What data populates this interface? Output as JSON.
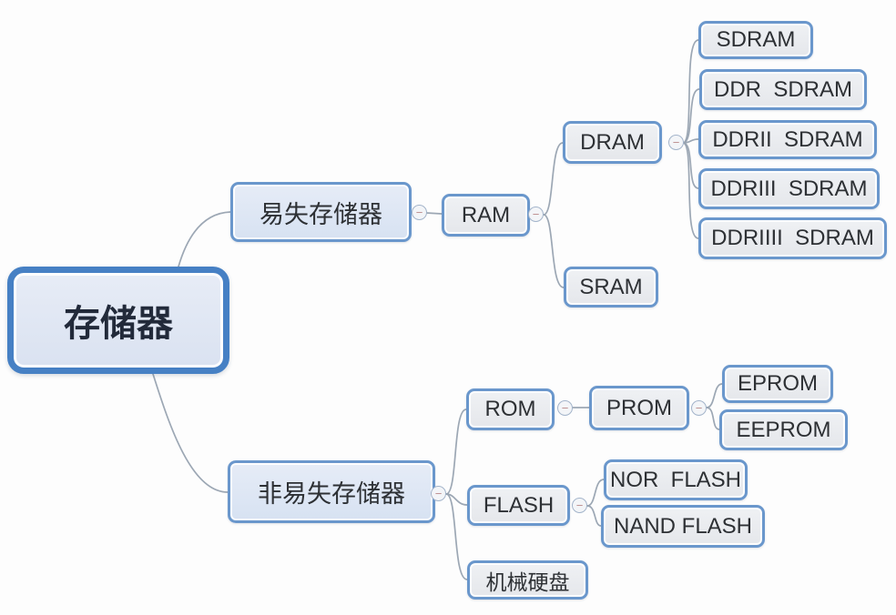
{
  "ui": {
    "collapse_glyph": "−"
  },
  "colors": {
    "node_border": "#6a97cc",
    "root_border": "#4680c4",
    "node_fill": "#e9eaee",
    "cn_fill": "#dbe5f3",
    "root_fill": "#dde4f2",
    "text": "#2d3034",
    "connector": "#97a2b0",
    "badge_border": "#a3b4ca",
    "badge_minus": "#bb8b8b"
  },
  "nodes": {
    "root": {
      "label": "存储器"
    },
    "volatile": {
      "label": "易失存储器"
    },
    "ram": {
      "label": "RAM"
    },
    "dram": {
      "label": "DRAM"
    },
    "sram": {
      "label": "SRAM"
    },
    "sdram": {
      "label": "SDRAM"
    },
    "ddr_sdram": {
      "label": "DDR  SDRAM"
    },
    "ddr2_sdram": {
      "label": "DDRII  SDRAM"
    },
    "ddr3_sdram": {
      "label": "DDRIII  SDRAM"
    },
    "ddr4_sdram": {
      "label": "DDRIIII  SDRAM"
    },
    "nonvolatile": {
      "label": "非易失存储器"
    },
    "rom": {
      "label": "ROM"
    },
    "prom": {
      "label": "PROM"
    },
    "eprom": {
      "label": "EPROM"
    },
    "eeprom": {
      "label": "EEPROM"
    },
    "flash": {
      "label": "FLASH"
    },
    "nor_flash": {
      "label": "NOR  FLASH"
    },
    "nand_flash": {
      "label": "NAND FLASH"
    },
    "hdd": {
      "label": "机械硬盘"
    }
  },
  "hierarchy": {
    "label": "存储器",
    "children": [
      {
        "label": "易失存储器",
        "children": [
          {
            "label": "RAM",
            "children": [
              {
                "label": "DRAM",
                "children": [
                  {
                    "label": "SDRAM"
                  },
                  {
                    "label": "DDR SDRAM"
                  },
                  {
                    "label": "DDRII SDRAM"
                  },
                  {
                    "label": "DDRIII SDRAM"
                  },
                  {
                    "label": "DDRIIII SDRAM"
                  }
                ]
              },
              {
                "label": "SRAM"
              }
            ]
          }
        ]
      },
      {
        "label": "非易失存储器",
        "children": [
          {
            "label": "ROM",
            "children": [
              {
                "label": "PROM",
                "children": [
                  {
                    "label": "EPROM"
                  },
                  {
                    "label": "EEPROM"
                  }
                ]
              }
            ]
          },
          {
            "label": "FLASH",
            "children": [
              {
                "label": "NOR FLASH"
              },
              {
                "label": "NAND FLASH"
              }
            ]
          },
          {
            "label": "机械硬盘"
          }
        ]
      }
    ]
  }
}
